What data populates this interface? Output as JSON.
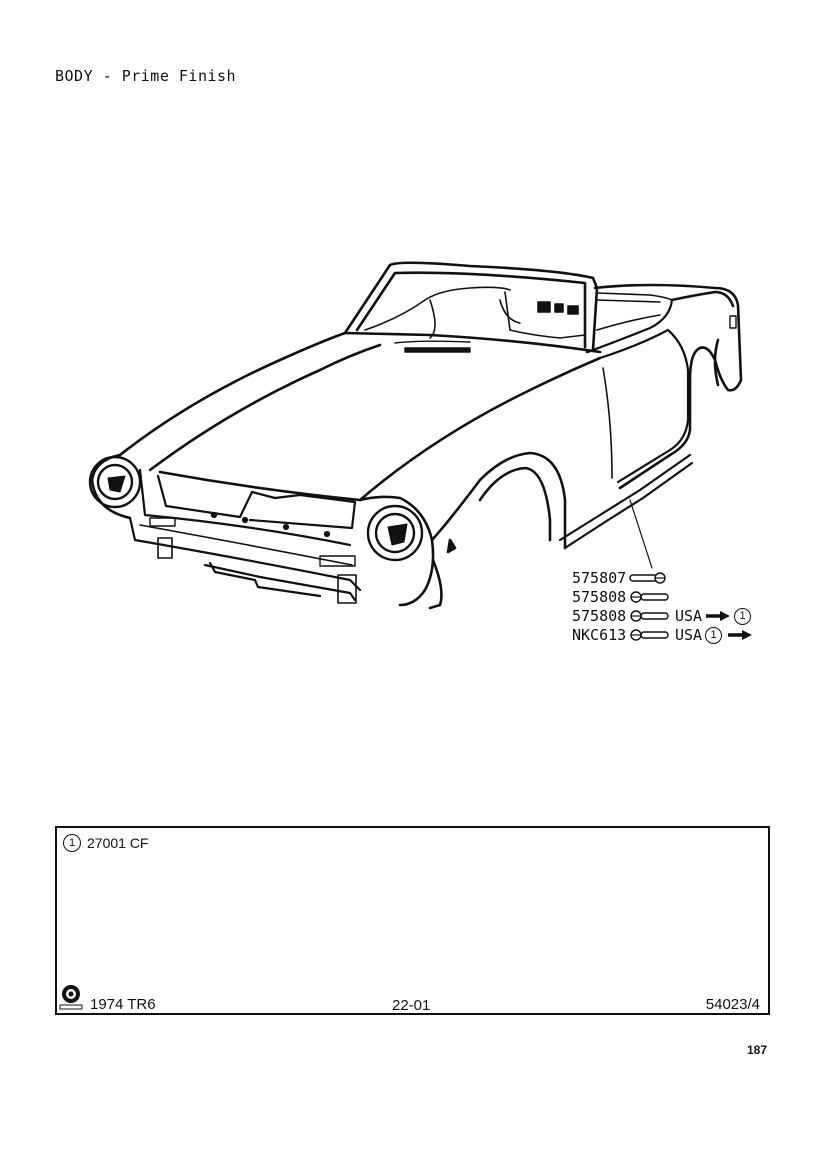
{
  "page": {
    "title": "BODY - Prime Finish",
    "page_number": "187"
  },
  "illustration": {
    "subject": "car-body-shell"
  },
  "parts": [
    {
      "number": "575807",
      "fastener_icon": "stud-icon",
      "market": "",
      "marker": "",
      "arrow": ""
    },
    {
      "number": "575808",
      "fastener_icon": "stud-icon",
      "market": "",
      "marker": "",
      "arrow": ""
    },
    {
      "number": "575808",
      "fastener_icon": "stud-icon",
      "market": "USA",
      "marker": "",
      "arrow": "before",
      "circle": "1"
    },
    {
      "number": "NKC613",
      "fastener_icon": "stud-icon",
      "market": "USA",
      "marker": "1",
      "arrow": "after"
    }
  ],
  "footer_box": {
    "note_marker": "1",
    "note_text": "27001 CF",
    "logo": "leyland-logo",
    "model": "1974  TR6",
    "reference": "22-01",
    "plate": "54023/4"
  }
}
